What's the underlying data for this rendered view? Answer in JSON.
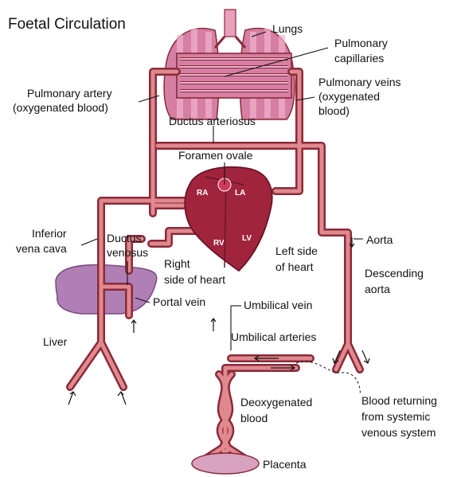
{
  "title": "Foetal Circulation",
  "labels": {
    "lungs": "Lungs",
    "pulmonary_capillaries": [
      "Pulmonary",
      "capillaries"
    ],
    "pulmonary_artery": [
      "Pulmonary artery",
      "(oxygenated blood)"
    ],
    "pulmonary_veins": [
      "Pulmonary veins",
      "(oxygenated",
      "blood)"
    ],
    "ductus_arteriosus": "Ductus arteriosus",
    "foramen_ovale": "Foramen ovale",
    "inferior_vena_cava": [
      "Inferior",
      "vena cava"
    ],
    "ductus_venosus": [
      "Ductus",
      "venosus"
    ],
    "right_side_of_heart": [
      "Right",
      "side of heart"
    ],
    "left_side_of_heart": [
      "Left side",
      "of heart"
    ],
    "aorta": "Aorta",
    "descending_aorta": [
      "Descending",
      "aorta"
    ],
    "portal_vein": "Portal vein",
    "umbilical_vein": "Umbilical vein",
    "liver": "Liver",
    "umbilical_arteries": "Umbilical arteries",
    "deoxygenated_blood": [
      "Deoxygenated",
      "blood"
    ],
    "blood_returning": [
      "Blood returning",
      "from systemic",
      "venous system"
    ],
    "placenta": "Placenta"
  },
  "heart_chambers": {
    "ra": "RA",
    "la": "LA",
    "rv": "RV",
    "lv": "LV"
  },
  "colors": {
    "vessel_outline": "#8a2a3a",
    "vessel_fill": "#e0898e",
    "heart": "#a0243c",
    "lung": "#d47fa3",
    "liver": "#b07fb5",
    "placenta": "#d9a3bf"
  }
}
